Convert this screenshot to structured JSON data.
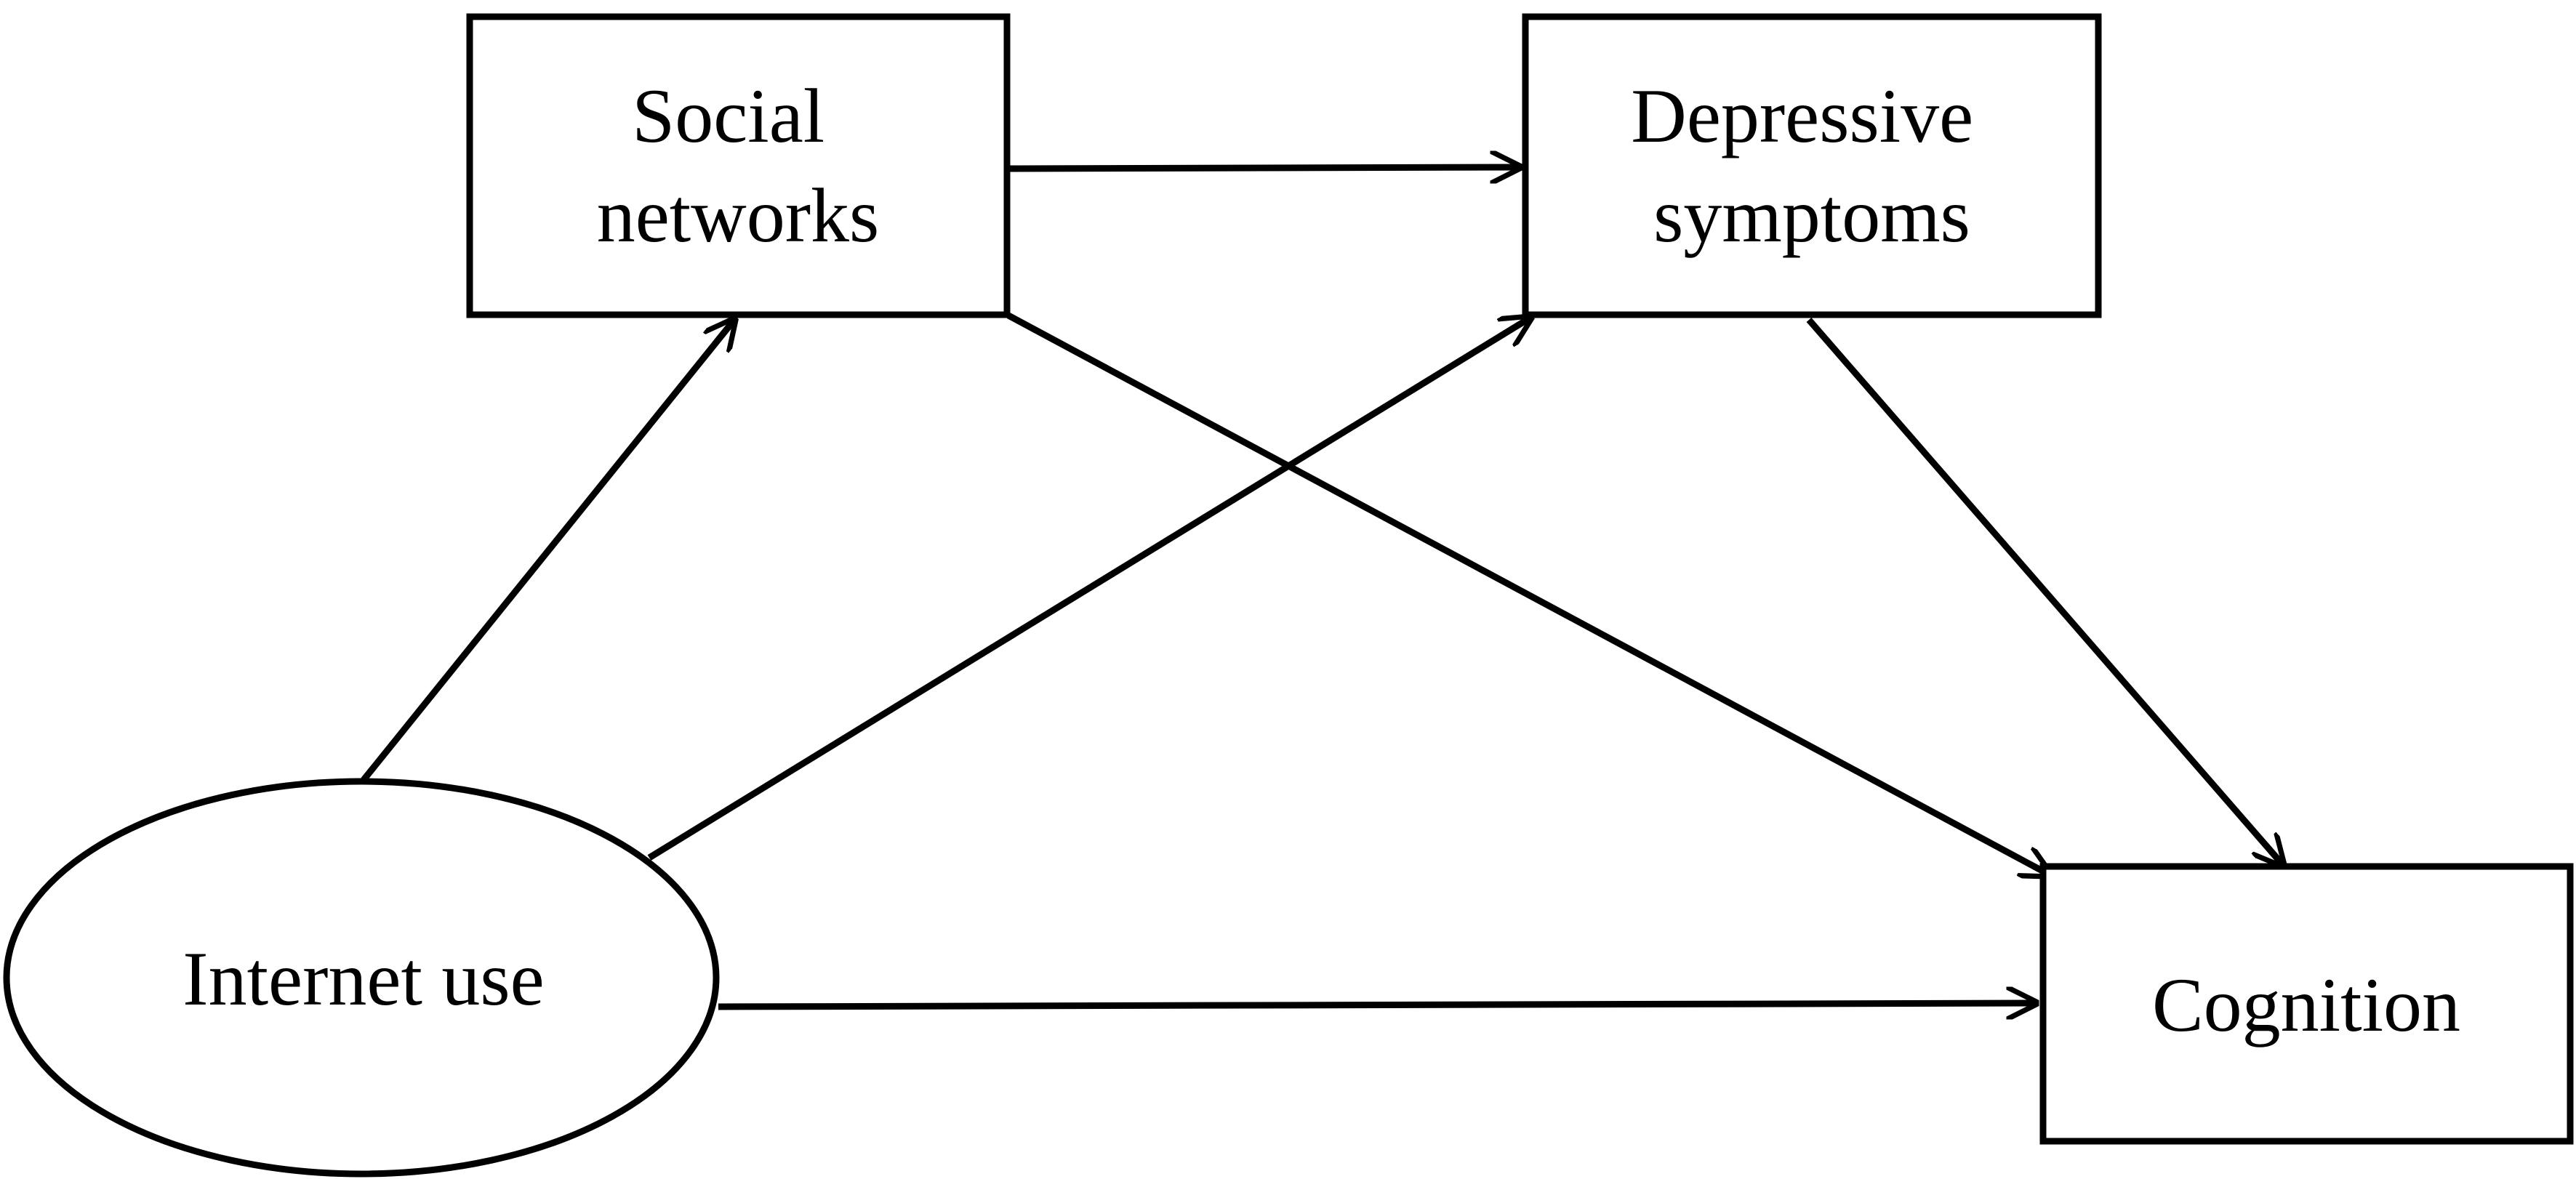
{
  "diagram": {
    "nodes": {
      "internet_use": {
        "label_lines": [
          "Internet use"
        ]
      },
      "social_networks": {
        "label_lines": [
          "Social",
          "networks"
        ]
      },
      "depressive_symptoms": {
        "label_lines": [
          "Depressive",
          "symptoms"
        ]
      },
      "cognition": {
        "label_lines": [
          "Cognition"
        ]
      }
    },
    "edges": [
      {
        "from": "internet_use",
        "to": "social_networks"
      },
      {
        "from": "internet_use",
        "to": "depressive_symptoms"
      },
      {
        "from": "internet_use",
        "to": "cognition"
      },
      {
        "from": "social_networks",
        "to": "depressive_symptoms"
      },
      {
        "from": "social_networks",
        "to": "cognition"
      },
      {
        "from": "depressive_symptoms",
        "to": "cognition"
      }
    ],
    "colors": {
      "stroke": "#000000",
      "background": "#ffffff"
    }
  }
}
